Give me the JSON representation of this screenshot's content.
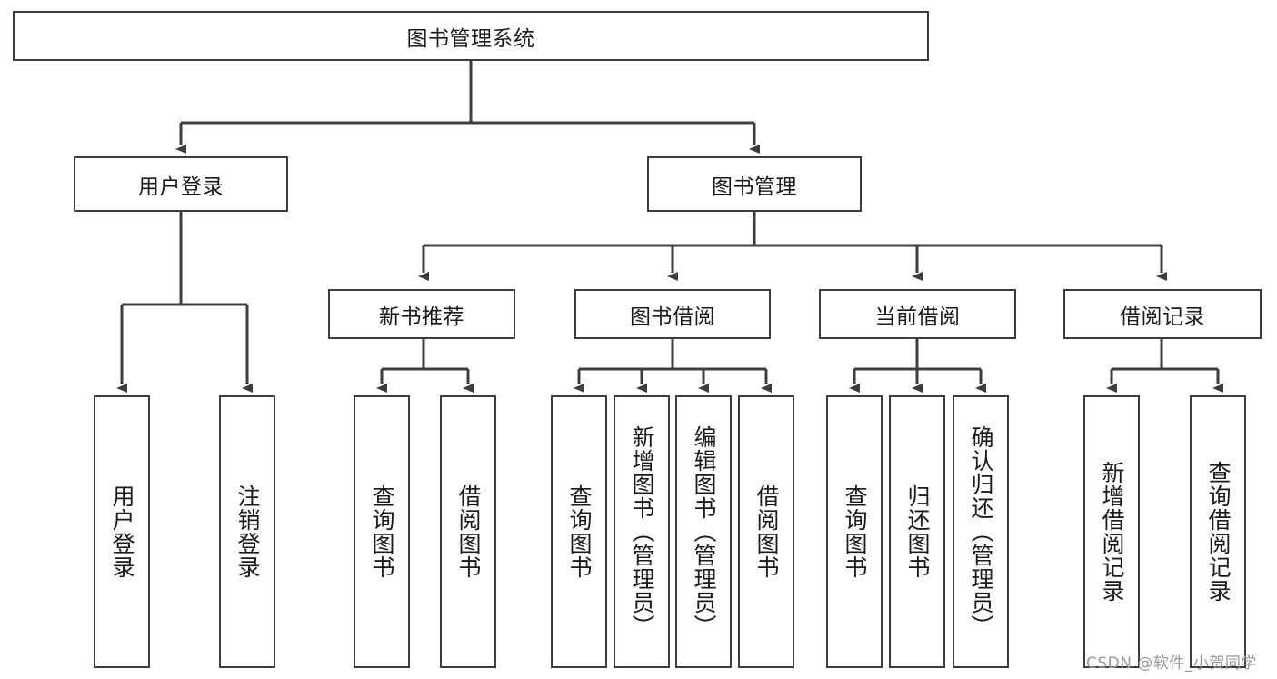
{
  "diagram": {
    "type": "tree-hierarchy",
    "title": "图书管理系统",
    "line_color": "#3d3d3d",
    "box_fill": "#ffffff",
    "text_color": "#1b1b1b",
    "background": "#ffffff"
  },
  "root": {
    "label": "图书管理系统"
  },
  "level2": [
    {
      "label": "用户登录"
    },
    {
      "label": "图书管理"
    }
  ],
  "level3": [
    {
      "label": "新书推荐"
    },
    {
      "label": "图书借阅"
    },
    {
      "label": "当前借阅"
    },
    {
      "label": "借阅记录"
    }
  ],
  "leaves": {
    "user_login": [
      {
        "label": "用户登录"
      },
      {
        "label": "注销登录"
      }
    ],
    "new_book_recommend": [
      {
        "label": "查询图书"
      },
      {
        "label": "借阅图书"
      }
    ],
    "book_borrow": [
      {
        "label": "查询图书"
      },
      {
        "label": "新增图书（管理员）"
      },
      {
        "label": "编辑图书（管理员）"
      },
      {
        "label": "借阅图书"
      }
    ],
    "current_borrow": [
      {
        "label": "查询图书"
      },
      {
        "label": "归还图书"
      },
      {
        "label": "确认归还（管理员）"
      }
    ],
    "borrow_record": [
      {
        "label": "新增借阅记录"
      },
      {
        "label": "查询借阅记录"
      }
    ]
  },
  "watermark": {
    "text": "CSDN @软件_小贺同学"
  }
}
